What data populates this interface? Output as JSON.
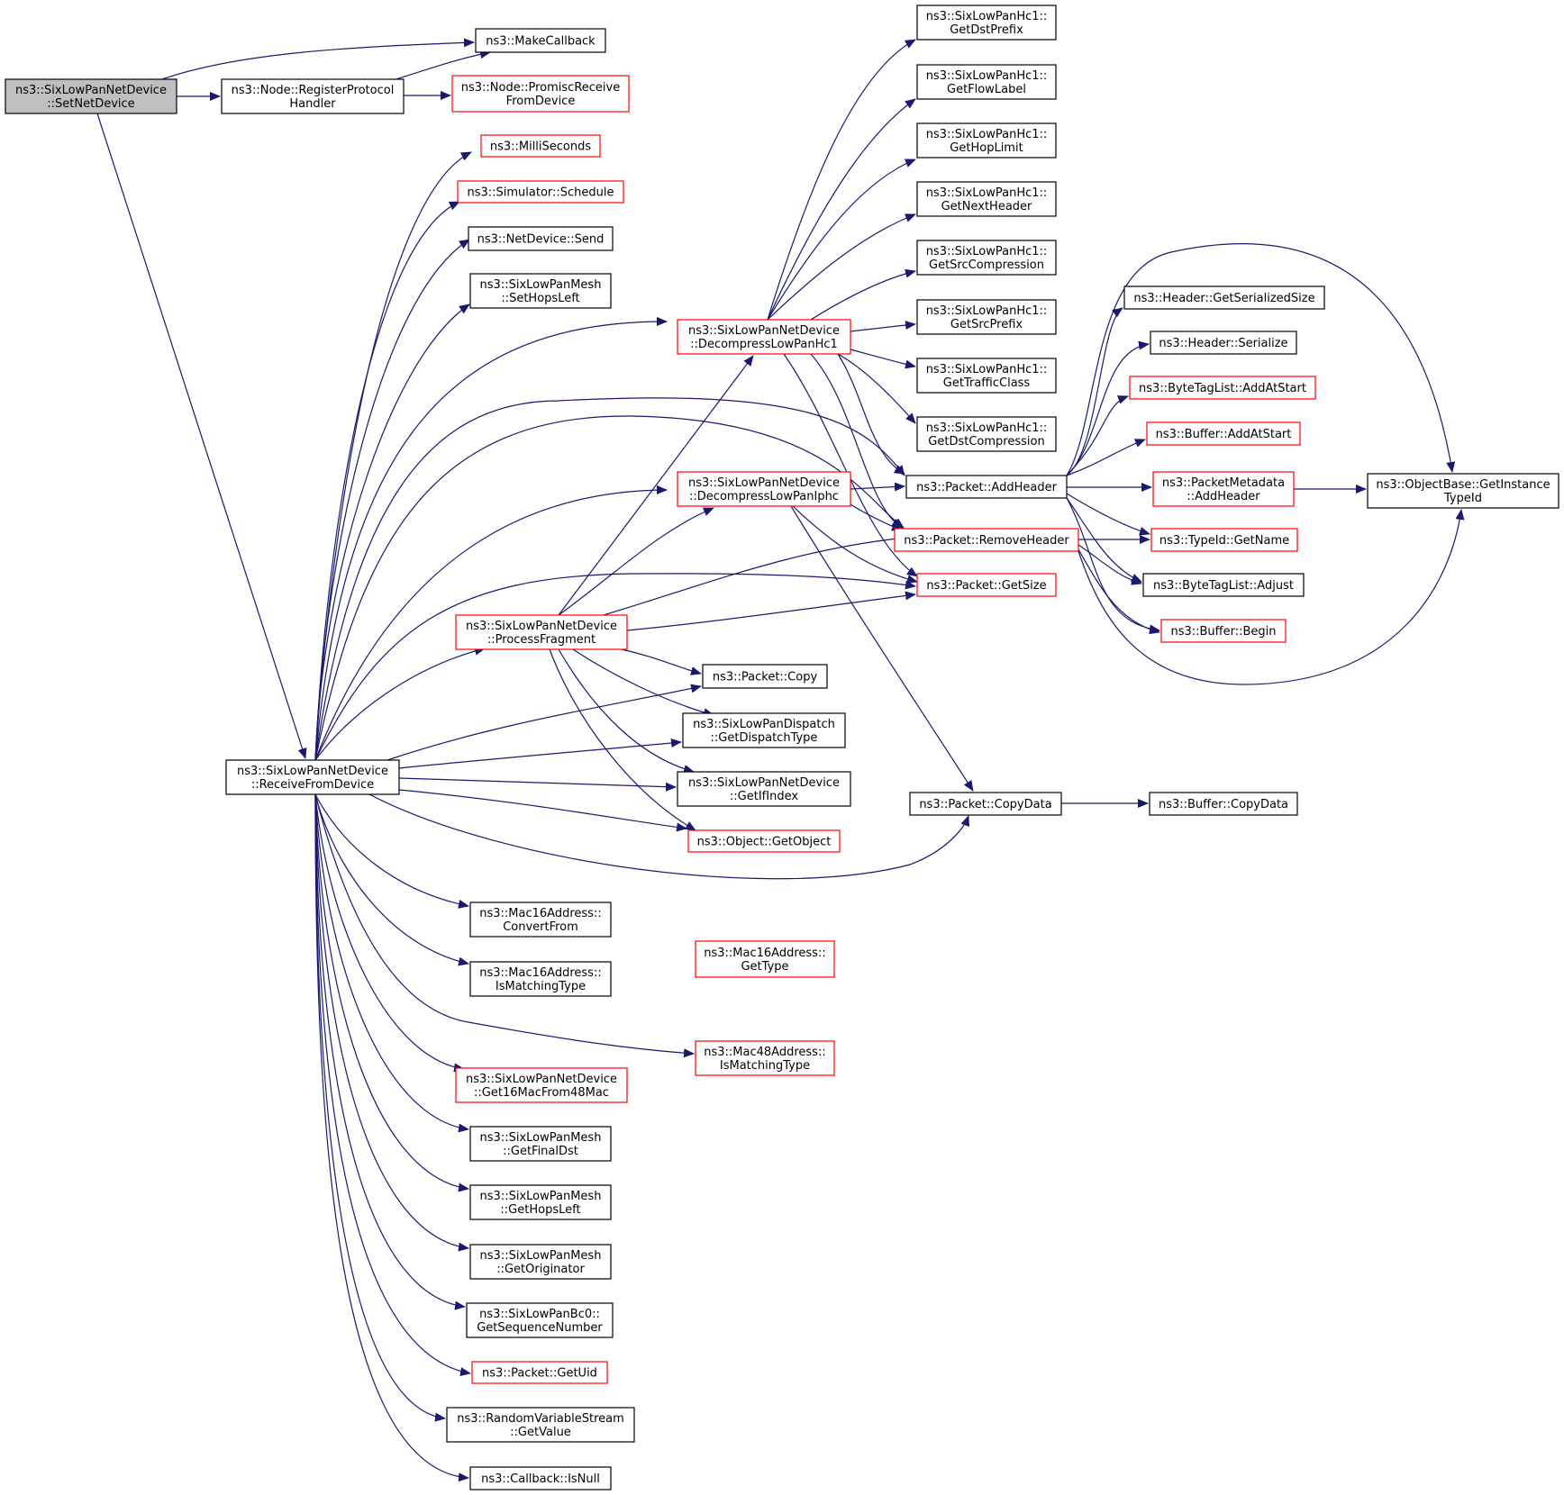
{
  "colors": {
    "edge": "#191970",
    "normal_border": "#000000",
    "truncated_border": "#ff0000",
    "root_fill": "#bfbfbf",
    "node_fill": "#ffffff"
  },
  "nodes": [
    {
      "id": "setnetdevice",
      "lines": [
        "ns3::SixLowPanNetDevice",
        "::SetNetDevice"
      ],
      "style": "root"
    },
    {
      "id": "makecallback",
      "lines": [
        "ns3::MakeCallback"
      ],
      "style": "normal"
    },
    {
      "id": "registerprotocolhandler",
      "lines": [
        "ns3::Node::RegisterProtocol",
        "Handler"
      ],
      "style": "normal"
    },
    {
      "id": "promiscreceive",
      "lines": [
        "ns3::Node::PromiscReceive",
        "FromDevice"
      ],
      "style": "truncated"
    },
    {
      "id": "receivefromdevice",
      "lines": [
        "ns3::SixLowPanNetDevice",
        "::ReceiveFromDevice"
      ],
      "style": "normal"
    },
    {
      "id": "milliseconds",
      "lines": [
        "ns3::MilliSeconds"
      ],
      "style": "truncated"
    },
    {
      "id": "schedule",
      "lines": [
        "ns3::Simulator::Schedule"
      ],
      "style": "truncated"
    },
    {
      "id": "netdevicesend",
      "lines": [
        "ns3::NetDevice::Send"
      ],
      "style": "normal"
    },
    {
      "id": "sethopsleft",
      "lines": [
        "ns3::SixLowPanMesh",
        "::SetHopsLeft"
      ],
      "style": "normal"
    },
    {
      "id": "decompresshc1",
      "lines": [
        "ns3::SixLowPanNetDevice",
        "::DecompressLowPanHc1"
      ],
      "style": "truncated"
    },
    {
      "id": "decompressiphc",
      "lines": [
        "ns3::SixLowPanNetDevice",
        "::DecompressLowPanIphc"
      ],
      "style": "truncated"
    },
    {
      "id": "processfragment",
      "lines": [
        "ns3::SixLowPanNetDevice",
        "::ProcessFragment"
      ],
      "style": "truncated"
    },
    {
      "id": "packetcopy",
      "lines": [
        "ns3::Packet::Copy"
      ],
      "style": "normal"
    },
    {
      "id": "getdispatchtype",
      "lines": [
        "ns3::SixLowPanDispatch",
        "::GetDispatchType"
      ],
      "style": "normal"
    },
    {
      "id": "getifindex",
      "lines": [
        "ns3::SixLowPanNetDevice",
        "::GetIfIndex"
      ],
      "style": "normal"
    },
    {
      "id": "getobject",
      "lines": [
        "ns3::Object::GetObject"
      ],
      "style": "truncated"
    },
    {
      "id": "convertfrom",
      "lines": [
        "ns3::Mac16Address::",
        "ConvertFrom"
      ],
      "style": "normal"
    },
    {
      "id": "mac16ismatching",
      "lines": [
        "ns3::Mac16Address::",
        "IsMatchingType"
      ],
      "style": "normal"
    },
    {
      "id": "mac16gettype",
      "lines": [
        "ns3::Mac16Address::",
        "GetType"
      ],
      "style": "truncated"
    },
    {
      "id": "mac48ismatching",
      "lines": [
        "ns3::Mac48Address::",
        "IsMatchingType"
      ],
      "style": "truncated"
    },
    {
      "id": "get16macfrom48mac",
      "lines": [
        "ns3::SixLowPanNetDevice",
        "::Get16MacFrom48Mac"
      ],
      "style": "truncated"
    },
    {
      "id": "getfinaldst",
      "lines": [
        "ns3::SixLowPanMesh",
        "::GetFinalDst"
      ],
      "style": "normal"
    },
    {
      "id": "gethopsleft",
      "lines": [
        "ns3::SixLowPanMesh",
        "::GetHopsLeft"
      ],
      "style": "normal"
    },
    {
      "id": "getoriginator",
      "lines": [
        "ns3::SixLowPanMesh",
        "::GetOriginator"
      ],
      "style": "normal"
    },
    {
      "id": "getsequencenumber",
      "lines": [
        "ns3::SixLowPanBc0::",
        "GetSequenceNumber"
      ],
      "style": "normal"
    },
    {
      "id": "getuid",
      "lines": [
        "ns3::Packet::GetUid"
      ],
      "style": "truncated"
    },
    {
      "id": "getvalue",
      "lines": [
        "ns3::RandomVariableStream",
        "::GetValue"
      ],
      "style": "normal"
    },
    {
      "id": "isnull",
      "lines": [
        "ns3::Callback::IsNull"
      ],
      "style": "normal"
    },
    {
      "id": "hc1getdstprefix",
      "lines": [
        "ns3::SixLowPanHc1::",
        "GetDstPrefix"
      ],
      "style": "normal"
    },
    {
      "id": "hc1getflowlabel",
      "lines": [
        "ns3::SixLowPanHc1::",
        "GetFlowLabel"
      ],
      "style": "normal"
    },
    {
      "id": "hc1gethoplimit",
      "lines": [
        "ns3::SixLowPanHc1::",
        "GetHopLimit"
      ],
      "style": "normal"
    },
    {
      "id": "hc1getnextheader",
      "lines": [
        "ns3::SixLowPanHc1::",
        "GetNextHeader"
      ],
      "style": "normal"
    },
    {
      "id": "hc1getsrccompression",
      "lines": [
        "ns3::SixLowPanHc1::",
        "GetSrcCompression"
      ],
      "style": "normal"
    },
    {
      "id": "hc1getsrcprefix",
      "lines": [
        "ns3::SixLowPanHc1::",
        "GetSrcPrefix"
      ],
      "style": "normal"
    },
    {
      "id": "hc1gettrafficclass",
      "lines": [
        "ns3::SixLowPanHc1::",
        "GetTrafficClass"
      ],
      "style": "normal"
    },
    {
      "id": "hc1getdstcompression",
      "lines": [
        "ns3::SixLowPanHc1::",
        "GetDstCompression"
      ],
      "style": "normal"
    },
    {
      "id": "packetaddheader",
      "lines": [
        "ns3::Packet::AddHeader"
      ],
      "style": "normal"
    },
    {
      "id": "packetremoveheader",
      "lines": [
        "ns3::Packet::RemoveHeader"
      ],
      "style": "truncated"
    },
    {
      "id": "packetgetsize",
      "lines": [
        "ns3::Packet::GetSize"
      ],
      "style": "truncated"
    },
    {
      "id": "packetcopydata",
      "lines": [
        "ns3::Packet::CopyData"
      ],
      "style": "normal"
    },
    {
      "id": "headergetserializedsize",
      "lines": [
        "ns3::Header::GetSerializedSize"
      ],
      "style": "normal"
    },
    {
      "id": "headerserialize",
      "lines": [
        "ns3::Header::Serialize"
      ],
      "style": "normal"
    },
    {
      "id": "bytetaglistaddatstart",
      "lines": [
        "ns3::ByteTagList::AddAtStart"
      ],
      "style": "truncated"
    },
    {
      "id": "bufferaddatstart",
      "lines": [
        "ns3::Buffer::AddAtStart"
      ],
      "style": "truncated"
    },
    {
      "id": "packetmetadataaddheader",
      "lines": [
        "ns3::PacketMetadata",
        "::AddHeader"
      ],
      "style": "truncated"
    },
    {
      "id": "typeidgetname",
      "lines": [
        "ns3::TypeId::GetName"
      ],
      "style": "truncated"
    },
    {
      "id": "bytetaglistadjust",
      "lines": [
        "ns3::ByteTagList::Adjust"
      ],
      "style": "normal"
    },
    {
      "id": "bufferbegin",
      "lines": [
        "ns3::Buffer::Begin"
      ],
      "style": "truncated"
    },
    {
      "id": "objectbasegetinstancetypeid",
      "lines": [
        "ns3::ObjectBase::GetInstance",
        "TypeId"
      ],
      "style": "normal"
    },
    {
      "id": "buffercopydata",
      "lines": [
        "ns3::Buffer::CopyData"
      ],
      "style": "normal"
    }
  ],
  "edges": [
    {
      "from": "setnetdevice",
      "to": "makecallback"
    },
    {
      "from": "setnetdevice",
      "to": "registerprotocolhandler"
    },
    {
      "from": "setnetdevice",
      "to": "receivefromdevice"
    },
    {
      "from": "registerprotocolhandler",
      "to": "makecallback"
    },
    {
      "from": "registerprotocolhandler",
      "to": "promiscreceive"
    },
    {
      "from": "receivefromdevice",
      "to": "milliseconds"
    },
    {
      "from": "receivefromdevice",
      "to": "schedule"
    },
    {
      "from": "receivefromdevice",
      "to": "netdevicesend"
    },
    {
      "from": "receivefromdevice",
      "to": "sethopsleft"
    },
    {
      "from": "receivefromdevice",
      "to": "decompresshc1"
    },
    {
      "from": "receivefromdevice",
      "to": "packetaddheader"
    },
    {
      "from": "receivefromdevice",
      "to": "packetremoveheader"
    },
    {
      "from": "receivefromdevice",
      "to": "decompressiphc"
    },
    {
      "from": "receivefromdevice",
      "to": "packetgetsize"
    },
    {
      "from": "receivefromdevice",
      "to": "processfragment"
    },
    {
      "from": "receivefromdevice",
      "to": "packetcopy"
    },
    {
      "from": "receivefromdevice",
      "to": "getdispatchtype"
    },
    {
      "from": "receivefromdevice",
      "to": "getifindex"
    },
    {
      "from": "receivefromdevice",
      "to": "getobject"
    },
    {
      "from": "receivefromdevice",
      "to": "packetcopydata"
    },
    {
      "from": "receivefromdevice",
      "to": "convertfrom"
    },
    {
      "from": "receivefromdevice",
      "to": "mac16ismatching"
    },
    {
      "from": "receivefromdevice",
      "to": "mac48ismatching"
    },
    {
      "from": "receivefromdevice",
      "to": "get16macfrom48mac"
    },
    {
      "from": "receivefromdevice",
      "to": "getfinaldst"
    },
    {
      "from": "receivefromdevice",
      "to": "gethopsleft"
    },
    {
      "from": "receivefromdevice",
      "to": "getoriginator"
    },
    {
      "from": "receivefromdevice",
      "to": "getsequencenumber"
    },
    {
      "from": "receivefromdevice",
      "to": "getuid"
    },
    {
      "from": "receivefromdevice",
      "to": "getvalue"
    },
    {
      "from": "receivefromdevice",
      "to": "isnull"
    },
    {
      "from": "processfragment",
      "to": "decompresshc1"
    },
    {
      "from": "processfragment",
      "to": "decompressiphc"
    },
    {
      "from": "processfragment",
      "to": "packetremoveheader"
    },
    {
      "from": "processfragment",
      "to": "packetgetsize"
    },
    {
      "from": "processfragment",
      "to": "packetcopy"
    },
    {
      "from": "processfragment",
      "to": "getdispatchtype"
    },
    {
      "from": "processfragment",
      "to": "getifindex"
    },
    {
      "from": "processfragment",
      "to": "getobject"
    },
    {
      "from": "decompresshc1",
      "to": "hc1getdstprefix"
    },
    {
      "from": "decompresshc1",
      "to": "hc1getflowlabel"
    },
    {
      "from": "decompresshc1",
      "to": "hc1gethoplimit"
    },
    {
      "from": "decompresshc1",
      "to": "hc1getnextheader"
    },
    {
      "from": "decompresshc1",
      "to": "hc1getsrccompression"
    },
    {
      "from": "decompresshc1",
      "to": "hc1getsrcprefix"
    },
    {
      "from": "decompresshc1",
      "to": "hc1gettrafficclass"
    },
    {
      "from": "decompresshc1",
      "to": "hc1getdstcompression"
    },
    {
      "from": "decompresshc1",
      "to": "packetaddheader"
    },
    {
      "from": "decompresshc1",
      "to": "packetremoveheader"
    },
    {
      "from": "decompresshc1",
      "to": "packetgetsize"
    },
    {
      "from": "decompressiphc",
      "to": "packetaddheader"
    },
    {
      "from": "decompressiphc",
      "to": "packetremoveheader"
    },
    {
      "from": "decompressiphc",
      "to": "packetgetsize"
    },
    {
      "from": "decompressiphc",
      "to": "packetcopydata"
    },
    {
      "from": "packetaddheader",
      "to": "headergetserializedsize"
    },
    {
      "from": "packetaddheader",
      "to": "headerserialize"
    },
    {
      "from": "packetaddheader",
      "to": "bytetaglistaddatstart"
    },
    {
      "from": "packetaddheader",
      "to": "bufferaddatstart"
    },
    {
      "from": "packetaddheader",
      "to": "packetmetadataaddheader"
    },
    {
      "from": "packetaddheader",
      "to": "objectbasegetinstancetypeid"
    },
    {
      "from": "packetaddheader",
      "to": "typeidgetname"
    },
    {
      "from": "packetaddheader",
      "to": "bytetaglistadjust"
    },
    {
      "from": "packetaddheader",
      "to": "bufferbegin"
    },
    {
      "from": "packetmetadataaddheader",
      "to": "objectbasegetinstancetypeid"
    },
    {
      "from": "packetremoveheader",
      "to": "typeidgetname"
    },
    {
      "from": "packetremoveheader",
      "to": "bytetaglistadjust"
    },
    {
      "from": "packetremoveheader",
      "to": "bufferbegin"
    },
    {
      "from": "packetremoveheader",
      "to": "objectbasegetinstancetypeid"
    },
    {
      "from": "packetcopydata",
      "to": "buffercopydata"
    }
  ]
}
